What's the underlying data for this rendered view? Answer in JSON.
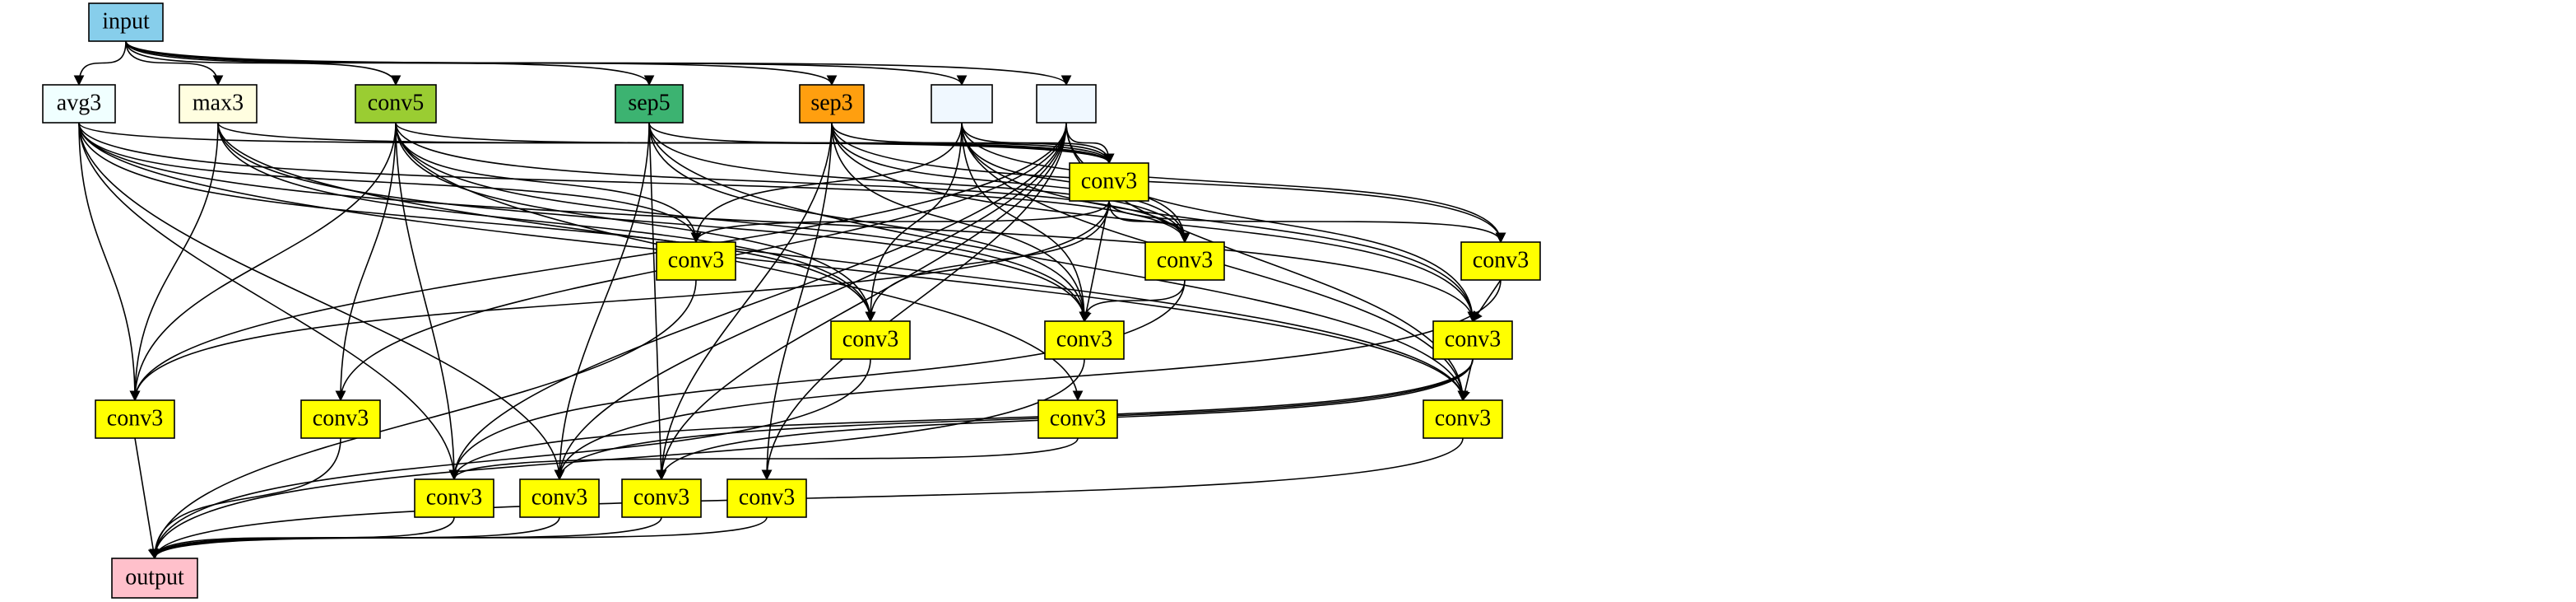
{
  "diagram": {
    "nodes": {
      "input": {
        "label": "input",
        "color": "#87ceeb"
      },
      "avg3": {
        "label": "avg3",
        "color": "#f0ffff"
      },
      "max3": {
        "label": "max3",
        "color": "#fffee0"
      },
      "conv5": {
        "label": "conv5",
        "color": "#9acd32"
      },
      "sep5": {
        "label": "sep5",
        "color": "#3cb371"
      },
      "sep3": {
        "label": "sep3",
        "color": "#ff9f0f"
      },
      "e1": {
        "label": "",
        "color": "#f0f8ff"
      },
      "e2": {
        "label": "",
        "color": "#f0f8ff"
      },
      "c1": {
        "label": "conv3",
        "color": "#ffff00"
      },
      "c2": {
        "label": "conv3",
        "color": "#ffff00"
      },
      "c3": {
        "label": "conv3",
        "color": "#ffff00"
      },
      "c4": {
        "label": "conv3",
        "color": "#ffff00"
      },
      "c5": {
        "label": "conv3",
        "color": "#ffff00"
      },
      "c6": {
        "label": "conv3",
        "color": "#ffff00"
      },
      "c7": {
        "label": "conv3",
        "color": "#ffff00"
      },
      "c8": {
        "label": "conv3",
        "color": "#ffff00"
      },
      "c9": {
        "label": "conv3",
        "color": "#ffff00"
      },
      "c10": {
        "label": "conv3",
        "color": "#ffff00"
      },
      "c11": {
        "label": "conv3",
        "color": "#ffff00"
      },
      "c12": {
        "label": "conv3",
        "color": "#ffff00"
      },
      "c13": {
        "label": "conv3",
        "color": "#ffff00"
      },
      "c14": {
        "label": "conv3",
        "color": "#ffff00"
      },
      "c15": {
        "label": "conv3",
        "color": "#ffff00"
      },
      "output": {
        "label": "output",
        "color": "#ffc0cb"
      }
    },
    "edges": [
      [
        "input",
        "avg3"
      ],
      [
        "input",
        "max3"
      ],
      [
        "input",
        "conv5"
      ],
      [
        "input",
        "sep5"
      ],
      [
        "input",
        "sep3"
      ],
      [
        "input",
        "e1"
      ],
      [
        "input",
        "e2"
      ],
      [
        "avg3",
        "c2"
      ],
      [
        "avg3",
        "c5"
      ],
      [
        "avg3",
        "c7"
      ],
      [
        "avg3",
        "c8"
      ],
      [
        "avg3",
        "c11"
      ],
      [
        "avg3",
        "c12"
      ],
      [
        "avg3",
        "c13"
      ],
      [
        "avg3",
        "c1"
      ],
      [
        "avg3",
        "c3"
      ],
      [
        "max3",
        "c8"
      ],
      [
        "max3",
        "c5"
      ],
      [
        "max3",
        "c6"
      ],
      [
        "max3",
        "c1"
      ],
      [
        "max3",
        "c11"
      ],
      [
        "conv5",
        "c8"
      ],
      [
        "conv5",
        "c9"
      ],
      [
        "conv5",
        "c12"
      ],
      [
        "conv5",
        "c1"
      ],
      [
        "conv5",
        "c2"
      ],
      [
        "conv5",
        "c3"
      ],
      [
        "conv5",
        "c5"
      ],
      [
        "conv5",
        "c6"
      ],
      [
        "conv5",
        "c10"
      ],
      [
        "sep5",
        "c1"
      ],
      [
        "sep5",
        "c3"
      ],
      [
        "sep5",
        "c6"
      ],
      [
        "sep5",
        "c13"
      ],
      [
        "sep5",
        "c14"
      ],
      [
        "sep5",
        "c11"
      ],
      [
        "sep3",
        "c1"
      ],
      [
        "sep3",
        "c4"
      ],
      [
        "sep3",
        "c6"
      ],
      [
        "sep3",
        "c7"
      ],
      [
        "sep3",
        "c14"
      ],
      [
        "sep3",
        "c15"
      ],
      [
        "sep3",
        "c3"
      ],
      [
        "e1",
        "c1"
      ],
      [
        "e1",
        "c3"
      ],
      [
        "e1",
        "c5"
      ],
      [
        "e1",
        "c6"
      ],
      [
        "e1",
        "c7"
      ],
      [
        "e1",
        "c11"
      ],
      [
        "e1",
        "c2"
      ],
      [
        "e1",
        "c4"
      ],
      [
        "e2",
        "c1"
      ],
      [
        "e2",
        "c7"
      ],
      [
        "e2",
        "c11"
      ],
      [
        "e2",
        "c12"
      ],
      [
        "e2",
        "c13"
      ],
      [
        "e2",
        "c14"
      ],
      [
        "e2",
        "c15"
      ],
      [
        "e2",
        "c8"
      ],
      [
        "e2",
        "c9"
      ],
      [
        "c1",
        "c2"
      ],
      [
        "c1",
        "c3"
      ],
      [
        "c1",
        "c4"
      ],
      [
        "c1",
        "c5"
      ],
      [
        "c1",
        "c6"
      ],
      [
        "c1",
        "c8"
      ],
      [
        "c3",
        "c6"
      ],
      [
        "c3",
        "c12"
      ],
      [
        "c4",
        "c7"
      ],
      [
        "c4",
        "c13"
      ],
      [
        "c7",
        "c11"
      ],
      [
        "c7",
        "c12"
      ],
      [
        "c7",
        "c13"
      ],
      [
        "c7",
        "c14"
      ],
      [
        "c10",
        "c12"
      ],
      [
        "c2",
        "output"
      ],
      [
        "c5",
        "output"
      ],
      [
        "c6",
        "output"
      ],
      [
        "c8",
        "output"
      ],
      [
        "c9",
        "output"
      ],
      [
        "c11",
        "output"
      ],
      [
        "c12",
        "output"
      ],
      [
        "c13",
        "output"
      ],
      [
        "c14",
        "output"
      ],
      [
        "c15",
        "output"
      ]
    ]
  }
}
